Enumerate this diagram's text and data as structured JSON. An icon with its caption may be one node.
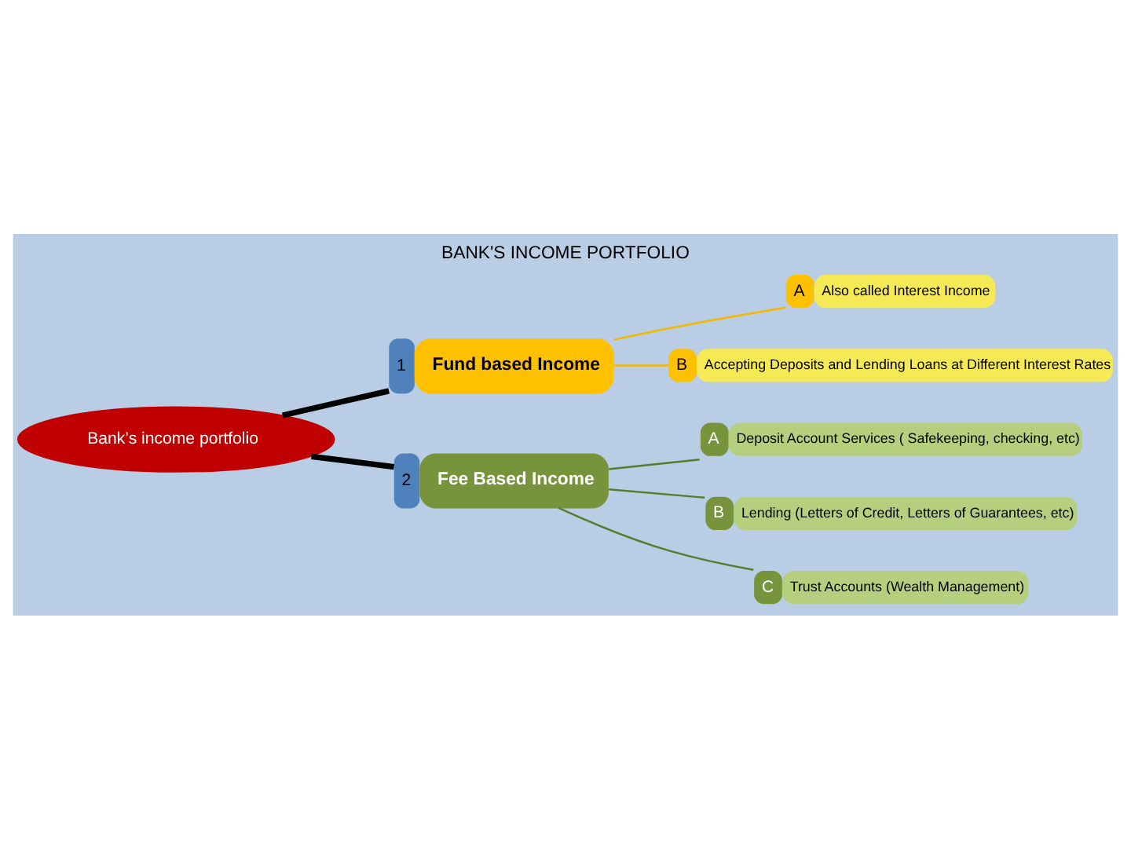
{
  "diagram": {
    "title": "BANK'S INCOME PORTFOLIO",
    "nodes": [
      {
        "text": [
          "Bank’s income portfolio"
        ]
      },
      {
        "text": [
          "1",
          "Fund based Income"
        ]
      },
      {
        "text": [
          "A",
          "Also called Interest Income"
        ]
      },
      {
        "text": [
          "B",
          "Accepting Deposits and Lending Loans at Different Interest Rates"
        ]
      },
      {
        "text": [
          "2",
          "Fee Based Income"
        ]
      },
      {
        "text": [
          "A",
          "Deposit Account Services ( Safekeeping, checking, etc)"
        ]
      },
      {
        "text": [
          "B",
          "Lending (Letters of Credit, Letters of Guarantees, etc)"
        ]
      },
      {
        "text": [
          "C",
          "Trust Accounts (Wealth Management)"
        ]
      }
    ],
    "edges": [
      {
        "from": 0,
        "to": 1,
        "arrow": "none",
        "style": "thick",
        "color": "#000000"
      },
      {
        "from": 0,
        "to": 4,
        "arrow": "none",
        "style": "thick",
        "color": "#000000"
      },
      {
        "from": 1,
        "to": 2,
        "arrow": "none",
        "color": "#f5b800"
      },
      {
        "from": 1,
        "to": 3,
        "arrow": "none",
        "color": "#f5b800"
      },
      {
        "from": 4,
        "to": 5,
        "arrow": "none"
      },
      {
        "from": 4,
        "to": 6,
        "arrow": "none"
      },
      {
        "from": 4,
        "to": 7,
        "arrow": "none"
      }
    ]
  }
}
